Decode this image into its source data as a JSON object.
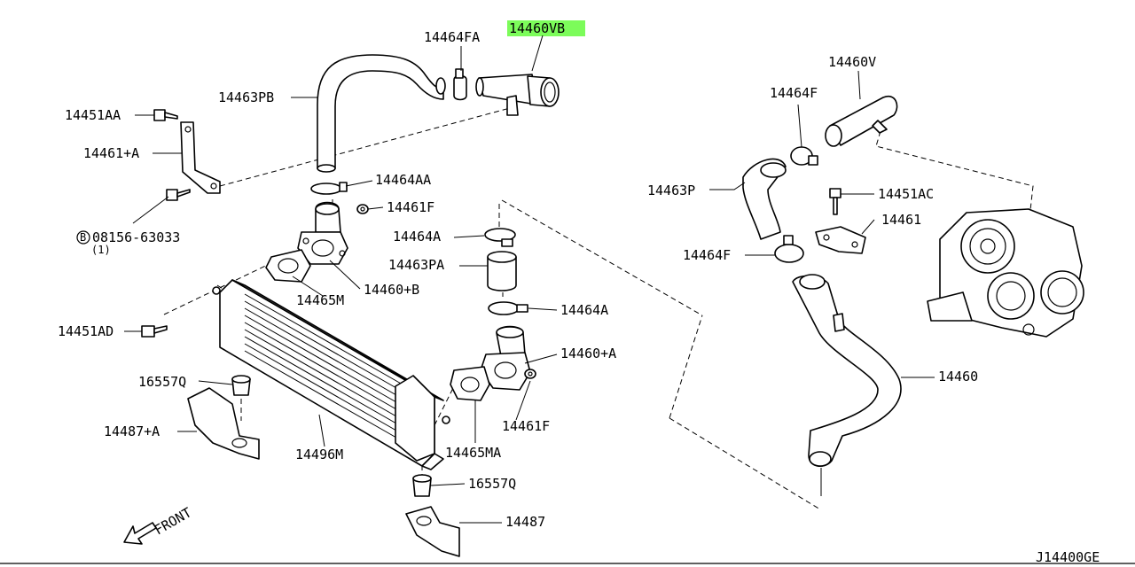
{
  "diagram": {
    "code": "J14400GE",
    "front_label": "FRONT",
    "highlight_color": "#7CFC5A",
    "labels": {
      "p14464FA": "14464FA",
      "p14460VB": "14460VB",
      "p14463PB": "14463PB",
      "p14451AA": "14451AA",
      "p14461A": "14461+A",
      "p08156": "08156-63033",
      "p08156_qty": "(1)",
      "p08156_mark": "B",
      "p14464AA": "14464AA",
      "p14461F_top": "14461F",
      "p14464A_top": "14464A",
      "p14463PA": "14463PA",
      "p14465M": "14465M",
      "p14460B": "14460+B",
      "p14451AD": "14451AD",
      "p14464A_bot": "14464A",
      "p14460A": "14460+A",
      "p16557Q_left": "16557Q",
      "p14461F_bot": "14461F",
      "p14487A": "14487+A",
      "p14496M": "14496M",
      "p14465MA": "14465MA",
      "p16557Q_bot": "16557Q",
      "p14487": "14487",
      "p14460V": "14460V",
      "p14464F_top": "14464F",
      "p14463P": "14463P",
      "p14451AC": "14451AC",
      "p14461": "14461",
      "p14464F_bot": "14464F",
      "p14460": "14460"
    }
  }
}
